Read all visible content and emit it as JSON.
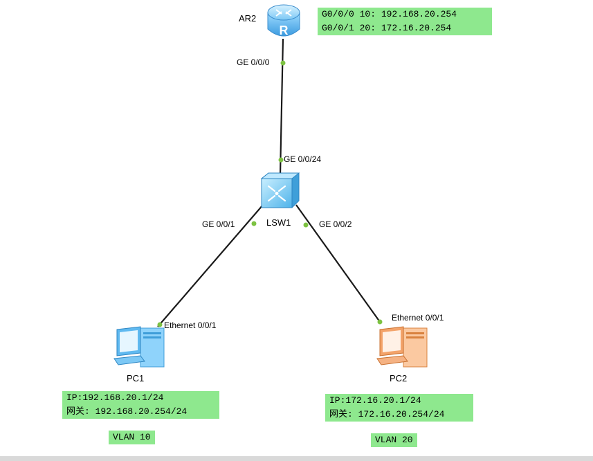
{
  "devices": {
    "router": {
      "name": "AR2",
      "icon": "router-icon",
      "color": "#5bb8f0"
    },
    "switch": {
      "name": "LSW1",
      "icon": "switch-icon",
      "color": "#6cc6f0"
    },
    "pc1": {
      "name": "PC1",
      "icon": "pc-icon",
      "color": "#66c2f2"
    },
    "pc2": {
      "name": "PC2",
      "icon": "pc-icon",
      "color": "#f5a66e"
    }
  },
  "ports": {
    "router_ge000": "GE 0/0/0",
    "switch_ge0024": "GE 0/0/24",
    "switch_ge001": "GE 0/0/1",
    "switch_ge002": "GE 0/0/2",
    "pc1_eth": "Ethernet 0/0/1",
    "pc2_eth": "Ethernet 0/0/1"
  },
  "notes": {
    "router": [
      "G0/0/0 10: 192.168.20.254",
      "G0/0/1 20: 172.16.20.254"
    ],
    "pc1": [
      "IP:192.168.20.1/24",
      "网关: 192.168.20.254/24"
    ],
    "pc2": [
      "IP:172.16.20.1/24",
      "网关: 172.16.20.254/24"
    ],
    "vlan10": "VLAN 10",
    "vlan20": "VLAN 20"
  },
  "colors": {
    "note_bg": "#8ee88e",
    "link": "#1a1a1a",
    "port_dot": "#7dc242"
  }
}
